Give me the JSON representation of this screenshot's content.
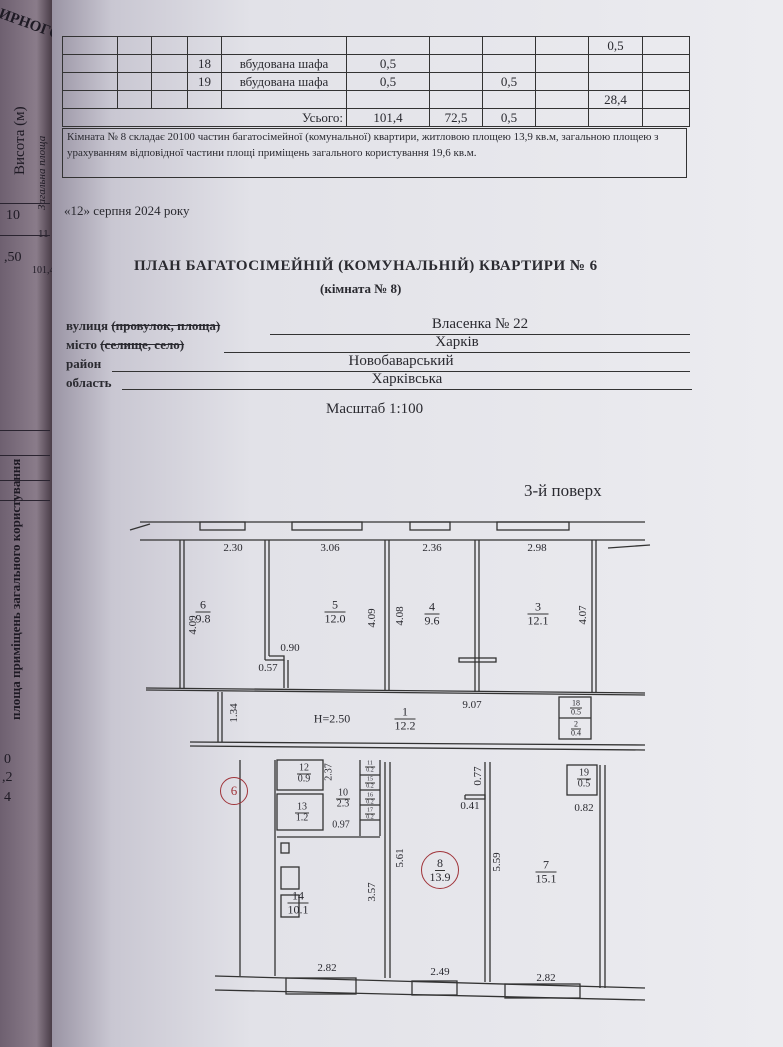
{
  "prev_page": {
    "header_fragment": "ИРНОГО",
    "col_height": "Висота (м)",
    "col_total_area": "Загальна площа",
    "col_nums": [
      "10",
      "11"
    ],
    "row_values": [
      ",50",
      "101,4"
    ],
    "col_common_area": "площа приміщень загального користування",
    "lower_values": [
      "0",
      ",2",
      "4"
    ]
  },
  "table": {
    "rows": [
      {
        "num": "",
        "name": "",
        "cells": [
          "",
          "",
          "",
          "",
          "",
          "0,5",
          ""
        ]
      },
      {
        "num": "18",
        "name": "вбудована шафа",
        "cells": [
          "0,5",
          "",
          "",
          "",
          "",
          "",
          ""
        ]
      },
      {
        "num": "19",
        "name": "вбудована шафа",
        "cells": [
          "0,5",
          "",
          "0,5",
          "",
          "",
          "",
          ""
        ]
      },
      {
        "num": "",
        "name": "",
        "cells": [
          "",
          "",
          "",
          "",
          "28,4",
          "",
          ""
        ]
      }
    ],
    "total_label": "Усього:",
    "totals": [
      "101,4",
      "72,5",
      "0,5",
      "",
      "",
      ""
    ],
    "note": "Кімната № 8 складає 20100 частин багатосімейної (комунальної) квартири, житловою площею 13,9 кв.м, загальною площею з урахуванням відповідної частини площі приміщень загального користування 19,6 кв.м."
  },
  "date": "«12» серпня 2024  року",
  "header": {
    "title": "ПЛАН  БАГАТОСІМЕЙНІЙ (КОМУНАЛЬНІЙ) КВАРТИРИ № 6",
    "subtitle": "(кімната № 8)"
  },
  "address": {
    "street_label": "вулиця",
    "street_struck": "(провулок, площа)",
    "street_value": "Власенка  № 22",
    "city_label": "місто",
    "city_struck": "(селище, село)",
    "city_value": "Харків",
    "district_label": "район",
    "district_value": "Новобаварський",
    "region_label": "область",
    "region_value": "Харківська"
  },
  "scale": "Масштаб 1:100",
  "floor": "3-й поверх",
  "plan": {
    "top_widths": [
      "2.30",
      "3.06",
      "2.36",
      "2.98"
    ],
    "rooms": [
      {
        "num": "6",
        "area": "9.8"
      },
      {
        "num": "5",
        "area": "12.0"
      },
      {
        "num": "4",
        "area": "9.6"
      },
      {
        "num": "3",
        "area": "12.1"
      },
      {
        "num": "1",
        "area": "12.2"
      },
      {
        "num": "18",
        "area": "0.5"
      },
      {
        "num": "2",
        "area": "0.4"
      },
      {
        "num": "12",
        "area": "0.9"
      },
      {
        "num": "10",
        "area": "2.3"
      },
      {
        "num": "13",
        "area": "1.2"
      },
      {
        "num": "14",
        "area": "10.1"
      },
      {
        "num": "8",
        "area": "13.9"
      },
      {
        "num": "7",
        "area": "15.1"
      },
      {
        "num": "19",
        "area": "0.5"
      },
      {
        "num": "11",
        "area": "0.2"
      },
      {
        "num": "15",
        "area": "0.2"
      },
      {
        "num": "16",
        "area": "0.2"
      },
      {
        "num": "17",
        "area": "0.2"
      }
    ],
    "heights_top": [
      "4.09",
      "4.09",
      "4.08",
      "4.07"
    ],
    "door_dims": [
      "0.90",
      "0.57"
    ],
    "corridor_width": "1.34",
    "ceiling_height": "H=2.50",
    "corridor_length": "9.07",
    "apartment_marker": "6",
    "wc_dim": "2.37",
    "hall_dim": "0.97",
    "kitchen_height": "3.57",
    "room8_height": "5.61",
    "room7_height": "5.59",
    "niche_dims": [
      "0.77",
      "0.41"
    ],
    "closet19_dim": "0.82",
    "bottom_widths": [
      "2.82",
      "2.49",
      "2.82"
    ]
  }
}
